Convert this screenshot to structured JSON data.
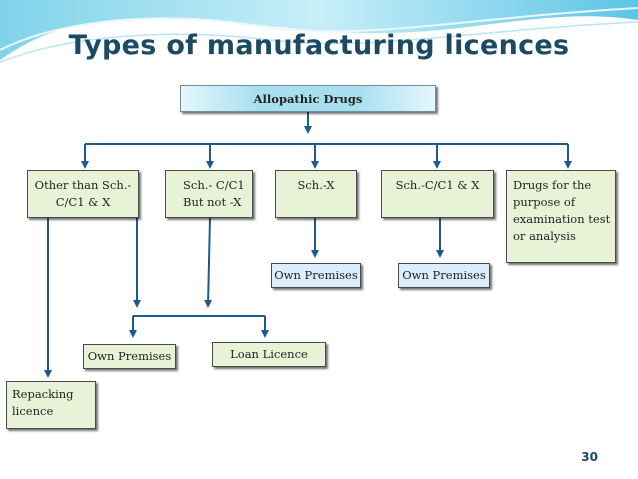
{
  "slide": {
    "title": "Types of manufacturing licences",
    "page_number": "30"
  },
  "diagram": {
    "root": "Allopathic Drugs",
    "categories": [
      {
        "line1": "Other than Sch.-",
        "line2": "C/C1 & X"
      },
      {
        "line1": "Sch.- C/C1",
        "line2": "But not -X"
      },
      {
        "line1": "Sch.-X"
      },
      {
        "line1": "Sch.-C/C1 & X"
      },
      {
        "line1": "Drugs for the",
        "line2": "purpose of",
        "line3": "examination test",
        "line4": "or analysis"
      }
    ],
    "own_premises_schx": "Own Premises",
    "own_premises_schc1x": "Own Premises",
    "own_premises_bottom": "Own Premises",
    "loan_licence": "Loan Licence",
    "repacking": {
      "line1": "Repacking",
      "line2": "licence"
    }
  },
  "colors": {
    "title": "#1b4a63",
    "connector": "#1f5a8c",
    "box_green": "#e8f2d6",
    "box_blue": "#dceefb",
    "root_fill": "#a8dff0"
  }
}
